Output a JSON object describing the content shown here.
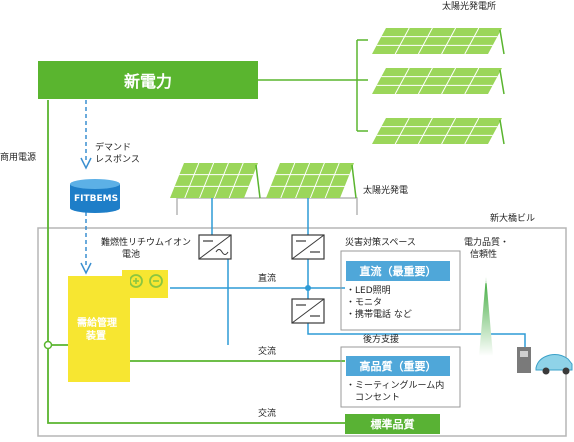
{
  "power_company": "新電力",
  "solar_plant_label": "太陽光発電所",
  "commercial_power_label": "商用電源",
  "demand_response_label": [
    "デマンド",
    "レスポンス"
  ],
  "fitbems_label": "FITBEMS",
  "rooftop_solar_label": "太陽光発電",
  "building_label": "新大橋ビル",
  "battery_label": [
    "難燃性リチウムイオン",
    "電池"
  ],
  "supply_control_label": [
    "需給管理",
    "装置"
  ],
  "dc_label": "直流",
  "ac_label_1": "交流",
  "ac_label_2": "交流",
  "disaster_space_label": "災害対策スペース",
  "backup_label": "後方支援",
  "power_quality_label": [
    "電力品質・",
    "信頼性"
  ],
  "quality_high_label": "高",
  "dc_box": {
    "title": "直流（最重要）",
    "items": [
      "・LED照明",
      "・モニタ",
      "・携帯電話 など"
    ]
  },
  "hq_box": {
    "title": "高品質（重要）",
    "items": [
      "・ミーティングルーム内",
      "　コンセント"
    ]
  },
  "standard_quality_label": "標準品質",
  "colors": {
    "green": "#5ab52f",
    "light_green": "#9bd65a",
    "blue": "#4fa7d9",
    "yellow": "#f7e631",
    "frame": "#b5b5b5"
  }
}
